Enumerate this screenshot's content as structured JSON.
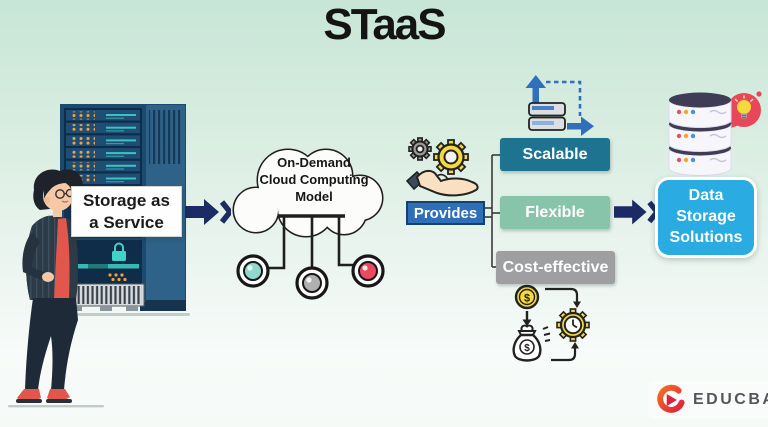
{
  "title": "STaaS",
  "palette": {
    "navy_arrow": "#1c2a66",
    "teal_node": "#8fd9cc",
    "gray_node": "#b0b0b0",
    "red_node": "#ea4a5e"
  },
  "source": {
    "label_line1": "Storage as",
    "label_line2": "a Service"
  },
  "cloud": {
    "label_line1": "On-Demand",
    "label_line2": "Cloud Computing",
    "label_line3": "Model"
  },
  "provides": {
    "label": "Provides",
    "color": "#2e6fb8"
  },
  "features": [
    {
      "label": "Scalable",
      "color": "#1d7390"
    },
    {
      "label": "Flexible",
      "color": "#87c4a9"
    },
    {
      "label": "Cost-effective",
      "color": "#9e9fa1"
    }
  ],
  "result": {
    "label_line1": "Data",
    "label_line2": "Storage",
    "label_line3": "Solutions",
    "color": "#2aace2"
  },
  "brand": {
    "name": "EDUCBA"
  },
  "icons": {
    "person": "person-illustration",
    "server": "server-rack-icon",
    "arrow": "double-chevron-arrow-icon",
    "cloud": "cloud-icon",
    "provides": "hand-with-gears-icon",
    "scalable": "scale-up-storage-icon",
    "cost_effective": "money-time-efficiency-icon",
    "database": "database-stack-icon",
    "idea": "lightbulb-bubble-icon",
    "logo": "educba-logo-icon"
  }
}
